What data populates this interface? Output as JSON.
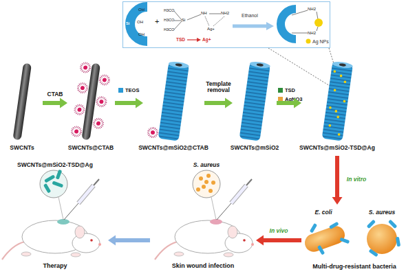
{
  "diagram": {
    "nodes": [
      {
        "text": [
          "Ethanol",
          "Ag NPs"
        ]
      },
      {
        "text": [
          "SWCNTs"
        ]
      },
      {
        "text": [
          "SWCNTs@CTAB"
        ]
      },
      {
        "text": [
          "SWCNTs@mSiO2@CTAB"
        ]
      },
      {
        "text": [
          "SWCNTs@mSiO2"
        ]
      },
      {
        "text": [
          "SWCNTs@mSiO2-TSD@Ag"
        ]
      },
      {
        "text": [
          "SWCNTs@mSiO2-TSD@Ag",
          "Therapy"
        ]
      },
      {
        "text": [
          "S. aureus",
          "Skin wound infection"
        ]
      },
      {
        "text": [
          "E. coli",
          "S. aureus",
          "Multi-drug-resistant bacteria"
        ]
      }
    ],
    "edges": [
      {
        "from": 1,
        "to": 2,
        "arrow": "to",
        "label": "CTAB"
      },
      {
        "from": 2,
        "to": 3,
        "arrow": "to"
      },
      {
        "from": 3,
        "to": 4,
        "arrow": "to",
        "label": "Template removal"
      },
      {
        "from": 4,
        "to": 5,
        "arrow": "to"
      },
      {
        "from": 5,
        "to": 8,
        "arrow": "to",
        "label": "In vitro"
      },
      {
        "from": 8,
        "to": 7,
        "arrow": "to",
        "label": "In vivo"
      },
      {
        "from": 7,
        "to": 6,
        "arrow": "to"
      }
    ],
    "labels": [
      "Si",
      "OH",
      "OH",
      "OH",
      "+",
      "H3CO",
      "H3CO",
      "H3CO",
      "Si",
      "NH",
      "NH2",
      "Ag+",
      "TSD",
      "Ag+",
      "Si",
      "NH2",
      "NH2"
    ],
    "legend": [
      {
        "text": "TEOS",
        "color": "#2b9ad6"
      },
      {
        "text": "TSD",
        "color": "#2e8b3a"
      },
      {
        "text": "AgNO3",
        "color": "#e8a33d"
      }
    ]
  }
}
